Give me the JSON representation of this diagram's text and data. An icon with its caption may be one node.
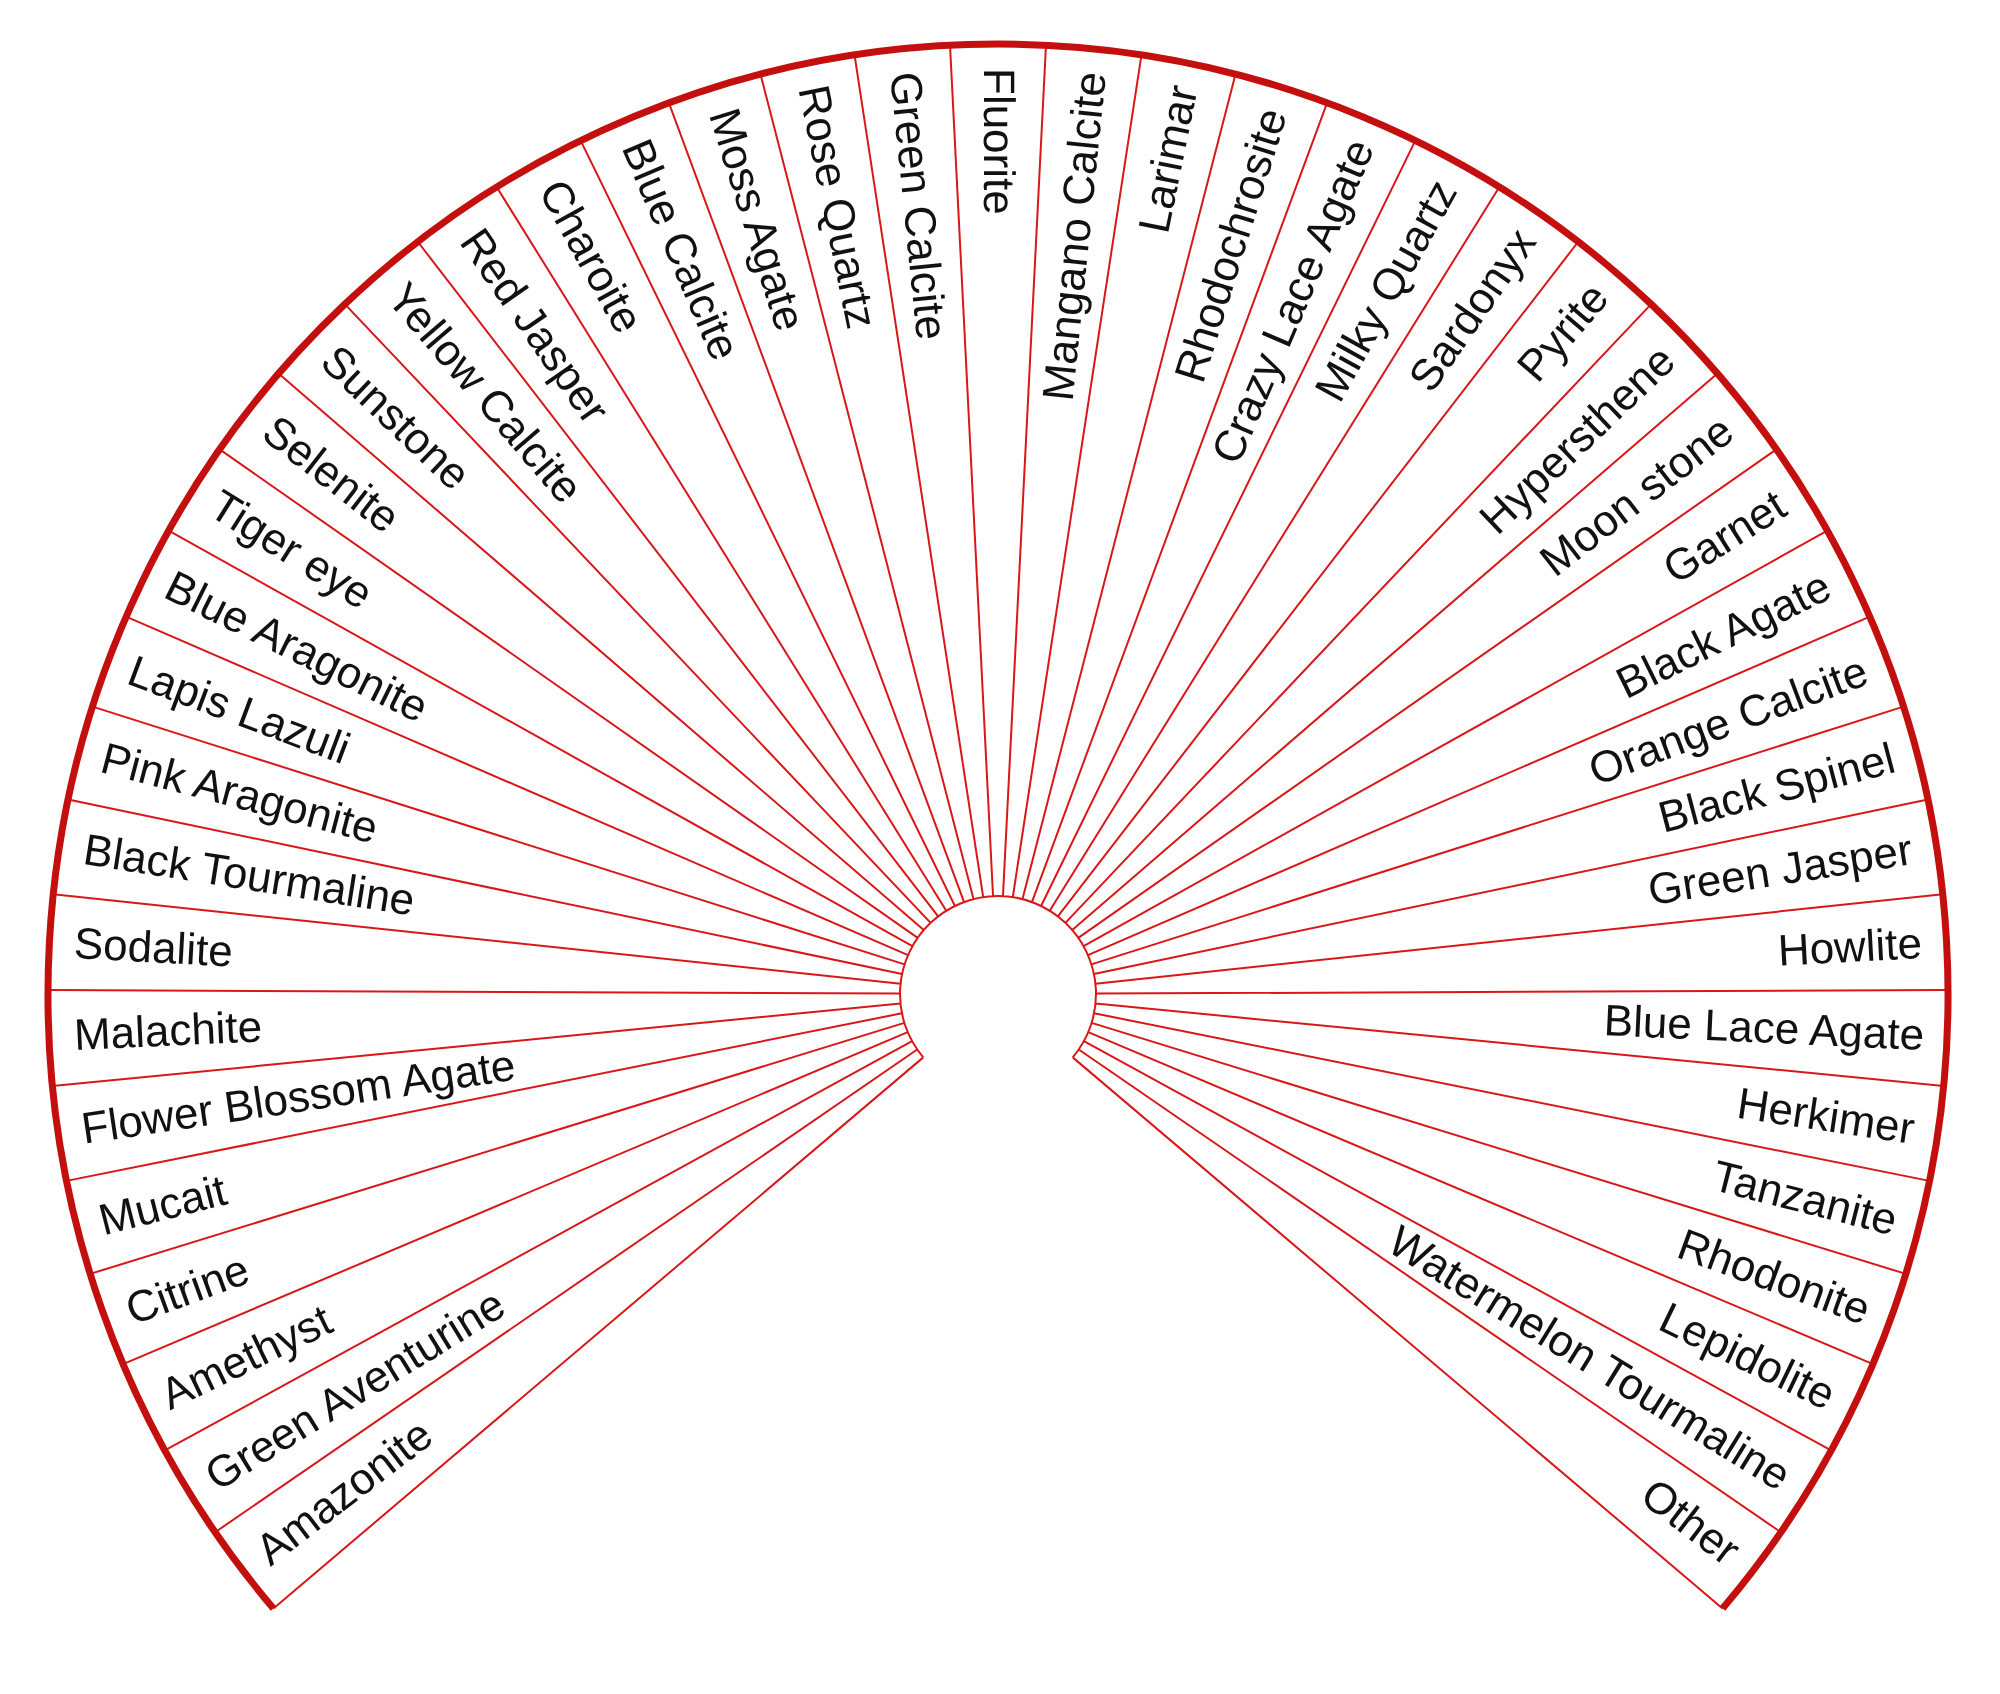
{
  "diagram": {
    "labels": [
      "Amazonite",
      "Green Aventurine",
      "Amethyst",
      "Citrine",
      "Mucait",
      "Flower Blossom Agate",
      "Malachite",
      "Sodalite",
      "Black Tourmaline",
      "Pink Aragonite",
      "Lapis Lazuli",
      "Blue Aragonite",
      "Tiger eye",
      "Selenite",
      "Sunstone",
      "Yellow Calcite",
      "Red Jasper",
      "Charoite",
      "Blue Calcite",
      "Moss Agate",
      "Rose Quartz",
      "Green Calcite",
      "Fluorite",
      "Mangano Calcite",
      "Larimar",
      "Rhodochrosite",
      "Crazy Lace Agate",
      "Milky Quartz",
      "Sardonyx",
      "Pyrite",
      "Hypersthene",
      "Moon stone",
      "Garnet",
      "Black Agate",
      "Orange Calcite",
      "Black Spinel",
      "Green Jasper",
      "Howlite",
      "Blue Lace Agate",
      "Herkimer",
      "Tanzanite",
      "Rhodonite",
      "Lepidolite",
      "Watermelon Tourmaline",
      "Other"
    ]
  }
}
